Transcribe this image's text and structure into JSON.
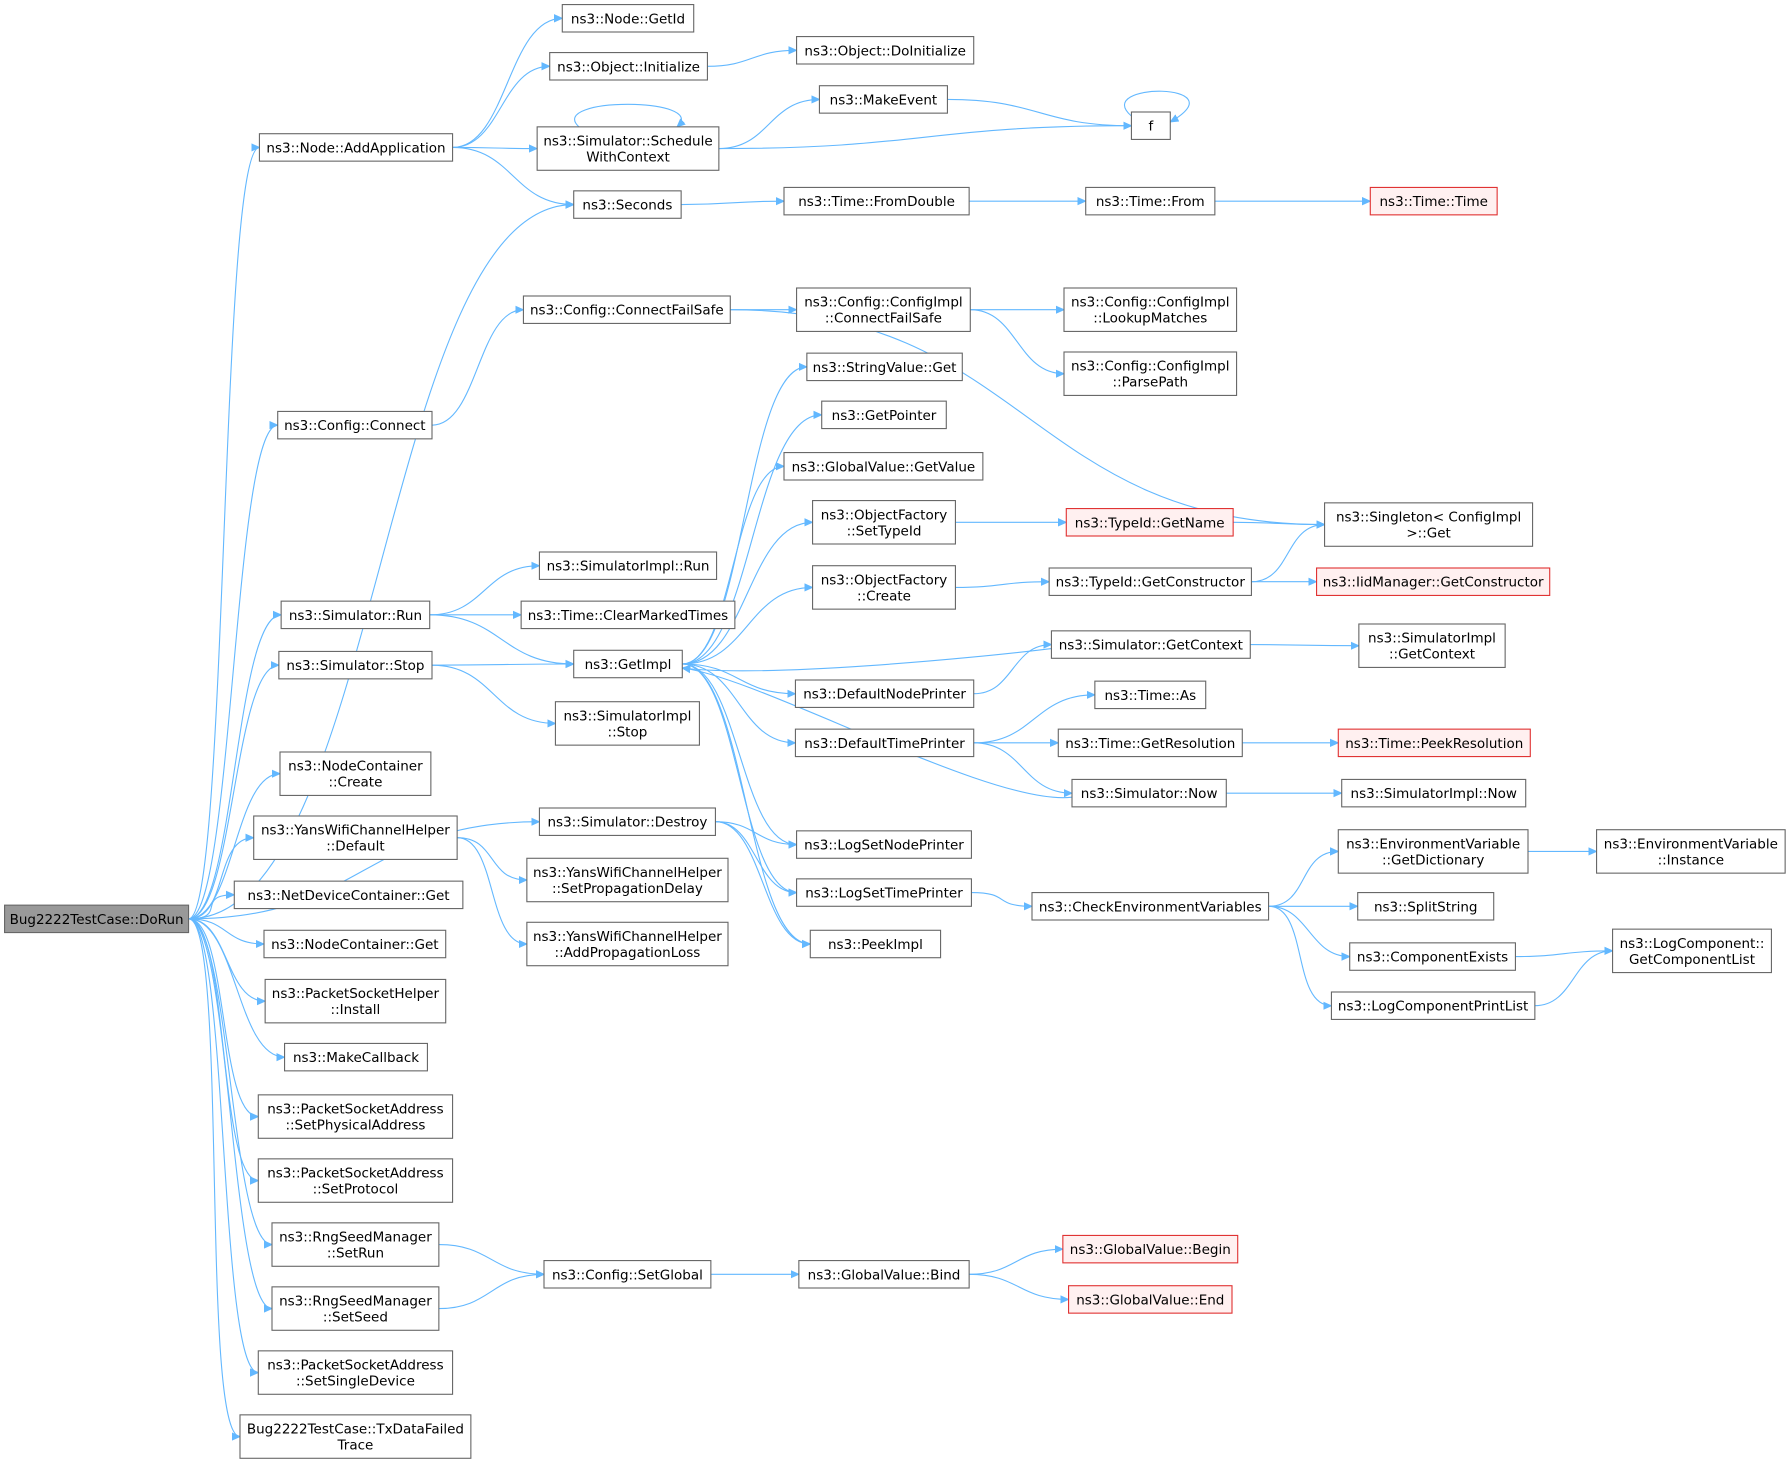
{
  "diagram": {
    "type": "call-graph",
    "colors": {
      "edge": "#63b8ff",
      "node_border": "#666666",
      "root_fill": "#999999",
      "truncated_border": "#e03030",
      "truncated_fill": "#fff0f0"
    },
    "nodes": [
      {
        "id": "dorun",
        "lines": [
          "Bug2222TestCase::DoRun"
        ],
        "style": "root"
      },
      {
        "id": "addapp",
        "lines": [
          "ns3::Node::AddApplication"
        ]
      },
      {
        "id": "connect",
        "lines": [
          "ns3::Config::Connect"
        ]
      },
      {
        "id": "simrun",
        "lines": [
          "ns3::Simulator::Run"
        ]
      },
      {
        "id": "simstop",
        "lines": [
          "ns3::Simulator::Stop"
        ]
      },
      {
        "id": "nccreate",
        "lines": [
          "ns3::NodeContainer",
          "::Create"
        ]
      },
      {
        "id": "yansdefault",
        "lines": [
          "ns3::YansWifiChannelHelper",
          "::Default"
        ]
      },
      {
        "id": "ndcget",
        "lines": [
          "ns3::NetDeviceContainer::Get"
        ]
      },
      {
        "id": "ncget",
        "lines": [
          "ns3::NodeContainer::Get"
        ]
      },
      {
        "id": "pshinstall",
        "lines": [
          "ns3::PacketSocketHelper",
          "::Install"
        ]
      },
      {
        "id": "makecallback",
        "lines": [
          "ns3::MakeCallback"
        ]
      },
      {
        "id": "psaphys",
        "lines": [
          "ns3::PacketSocketAddress",
          "::SetPhysicalAddress"
        ]
      },
      {
        "id": "psaproto",
        "lines": [
          "ns3::PacketSocketAddress",
          "::SetProtocol"
        ]
      },
      {
        "id": "rngrun",
        "lines": [
          "ns3::RngSeedManager",
          "::SetRun"
        ]
      },
      {
        "id": "rngseed",
        "lines": [
          "ns3::RngSeedManager",
          "::SetSeed"
        ]
      },
      {
        "id": "psasingle",
        "lines": [
          "ns3::PacketSocketAddress",
          "::SetSingleDevice"
        ]
      },
      {
        "id": "txfailed",
        "lines": [
          "Bug2222TestCase::TxDataFailed",
          "Trace"
        ]
      },
      {
        "id": "nodegetid",
        "lines": [
          "ns3::Node::GetId"
        ]
      },
      {
        "id": "objinit",
        "lines": [
          "ns3::Object::Initialize"
        ]
      },
      {
        "id": "schedctx",
        "lines": [
          "ns3::Simulator::Schedule",
          "WithContext"
        ]
      },
      {
        "id": "seconds",
        "lines": [
          "ns3::Seconds"
        ]
      },
      {
        "id": "connectfs",
        "lines": [
          "ns3::Config::ConnectFailSafe"
        ]
      },
      {
        "id": "implrun",
        "lines": [
          "ns3::SimulatorImpl::Run"
        ]
      },
      {
        "id": "clearmarked",
        "lines": [
          "ns3::Time::ClearMarkedTimes"
        ]
      },
      {
        "id": "getimpl",
        "lines": [
          "ns3::GetImpl"
        ]
      },
      {
        "id": "implstop",
        "lines": [
          "ns3::SimulatorImpl",
          "::Stop"
        ]
      },
      {
        "id": "destroy",
        "lines": [
          "ns3::Simulator::Destroy"
        ]
      },
      {
        "id": "setpropdelay",
        "lines": [
          "ns3::YansWifiChannelHelper",
          "::SetPropagationDelay"
        ]
      },
      {
        "id": "addproploss",
        "lines": [
          "ns3::YansWifiChannelHelper",
          "::AddPropagationLoss"
        ]
      },
      {
        "id": "setglobal",
        "lines": [
          "ns3::Config::SetGlobal"
        ]
      },
      {
        "id": "doinit",
        "lines": [
          "ns3::Object::DoInitialize"
        ]
      },
      {
        "id": "makeevent",
        "lines": [
          "ns3::MakeEvent"
        ]
      },
      {
        "id": "fromdouble",
        "lines": [
          "ns3::Time::FromDouble"
        ]
      },
      {
        "id": "implconnectfs",
        "lines": [
          "ns3::Config::ConfigImpl",
          "::ConnectFailSafe"
        ]
      },
      {
        "id": "strget",
        "lines": [
          "ns3::StringValue::Get"
        ]
      },
      {
        "id": "getpointer",
        "lines": [
          "ns3::GetPointer"
        ]
      },
      {
        "id": "gvgetvalue",
        "lines": [
          "ns3::GlobalValue::GetValue"
        ]
      },
      {
        "id": "ofsettype",
        "lines": [
          "ns3::ObjectFactory",
          "::SetTypeId"
        ]
      },
      {
        "id": "ofcreate",
        "lines": [
          "ns3::ObjectFactory",
          "::Create"
        ]
      },
      {
        "id": "defnodeprinter",
        "lines": [
          "ns3::DefaultNodePrinter"
        ]
      },
      {
        "id": "deftimeprinter",
        "lines": [
          "ns3::DefaultTimePrinter"
        ]
      },
      {
        "id": "logsetnode",
        "lines": [
          "ns3::LogSetNodePrinter"
        ]
      },
      {
        "id": "logsettime",
        "lines": [
          "ns3::LogSetTimePrinter"
        ]
      },
      {
        "id": "peekimpl",
        "lines": [
          "ns3::PeekImpl"
        ]
      },
      {
        "id": "gvbind",
        "lines": [
          "ns3::GlobalValue::Bind"
        ]
      },
      {
        "id": "f",
        "lines": [
          "f"
        ]
      },
      {
        "id": "timefrom",
        "lines": [
          "ns3::Time::From"
        ]
      },
      {
        "id": "lookup",
        "lines": [
          "ns3::Config::ConfigImpl",
          "::LookupMatches"
        ]
      },
      {
        "id": "parsepath",
        "lines": [
          "ns3::Config::ConfigImpl",
          "::ParsePath"
        ]
      },
      {
        "id": "tidgetname",
        "lines": [
          "ns3::TypeId::GetName"
        ],
        "style": "red"
      },
      {
        "id": "tidgetctor",
        "lines": [
          "ns3::TypeId::GetConstructor"
        ]
      },
      {
        "id": "simgetctx",
        "lines": [
          "ns3::Simulator::GetContext"
        ]
      },
      {
        "id": "timeas",
        "lines": [
          "ns3::Time::As"
        ]
      },
      {
        "id": "timegetres",
        "lines": [
          "ns3::Time::GetResolution"
        ]
      },
      {
        "id": "simnow",
        "lines": [
          "ns3::Simulator::Now"
        ]
      },
      {
        "id": "checkenv",
        "lines": [
          "ns3::CheckEnvironmentVariables"
        ]
      },
      {
        "id": "gvbegin",
        "lines": [
          "ns3::GlobalValue::Begin"
        ],
        "style": "red"
      },
      {
        "id": "gvend",
        "lines": [
          "ns3::GlobalValue::End"
        ],
        "style": "red"
      },
      {
        "id": "timetime",
        "lines": [
          "ns3::Time::Time"
        ],
        "style": "red"
      },
      {
        "id": "singleton",
        "lines": [
          "ns3::Singleton< ConfigImpl",
          " >::Get"
        ]
      },
      {
        "id": "iidctor",
        "lines": [
          "ns3::IidManager::GetConstructor"
        ],
        "style": "red"
      },
      {
        "id": "implgetctx",
        "lines": [
          "ns3::SimulatorImpl",
          "::GetContext"
        ]
      },
      {
        "id": "peekres",
        "lines": [
          "ns3::Time::PeekResolution"
        ],
        "style": "red"
      },
      {
        "id": "implnow",
        "lines": [
          "ns3::SimulatorImpl::Now"
        ]
      },
      {
        "id": "envgetdict",
        "lines": [
          "ns3::EnvironmentVariable",
          "::GetDictionary"
        ]
      },
      {
        "id": "splitstring",
        "lines": [
          "ns3::SplitString"
        ]
      },
      {
        "id": "compexists",
        "lines": [
          "ns3::ComponentExists"
        ]
      },
      {
        "id": "logcompprint",
        "lines": [
          "ns3::LogComponentPrintList"
        ]
      },
      {
        "id": "envinstance",
        "lines": [
          "ns3::EnvironmentVariable",
          "::Instance"
        ]
      },
      {
        "id": "logcomplist",
        "lines": [
          "ns3::LogComponent::",
          "GetComponentList"
        ]
      }
    ],
    "edges": [
      [
        "dorun",
        "addapp"
      ],
      [
        "dorun",
        "connect"
      ],
      [
        "dorun",
        "simrun"
      ],
      [
        "dorun",
        "simstop"
      ],
      [
        "dorun",
        "nccreate"
      ],
      [
        "dorun",
        "yansdefault"
      ],
      [
        "dorun",
        "ndcget"
      ],
      [
        "dorun",
        "ncget"
      ],
      [
        "dorun",
        "pshinstall"
      ],
      [
        "dorun",
        "makecallback"
      ],
      [
        "dorun",
        "psaphys"
      ],
      [
        "dorun",
        "psaproto"
      ],
      [
        "dorun",
        "rngrun"
      ],
      [
        "dorun",
        "rngseed"
      ],
      [
        "dorun",
        "psasingle"
      ],
      [
        "dorun",
        "txfailed"
      ],
      [
        "dorun",
        "seconds"
      ],
      [
        "dorun",
        "destroy"
      ],
      [
        "addapp",
        "nodegetid"
      ],
      [
        "addapp",
        "objinit"
      ],
      [
        "addapp",
        "schedctx"
      ],
      [
        "addapp",
        "seconds"
      ],
      [
        "objinit",
        "doinit"
      ],
      [
        "schedctx",
        "schedctx"
      ],
      [
        "schedctx",
        "makeevent"
      ],
      [
        "schedctx",
        "f"
      ],
      [
        "makeevent",
        "f"
      ],
      [
        "f",
        "f"
      ],
      [
        "seconds",
        "fromdouble"
      ],
      [
        "fromdouble",
        "timefrom"
      ],
      [
        "timefrom",
        "timetime"
      ],
      [
        "connect",
        "connectfs"
      ],
      [
        "connectfs",
        "implconnectfs"
      ],
      [
        "connectfs",
        "singleton"
      ],
      [
        "implconnectfs",
        "lookup"
      ],
      [
        "implconnectfs",
        "parsepath"
      ],
      [
        "simrun",
        "implrun"
      ],
      [
        "simrun",
        "clearmarked"
      ],
      [
        "simrun",
        "getimpl"
      ],
      [
        "simstop",
        "getimpl"
      ],
      [
        "simstop",
        "implstop"
      ],
      [
        "getimpl",
        "strget"
      ],
      [
        "getimpl",
        "getpointer"
      ],
      [
        "getimpl",
        "gvgetvalue"
      ],
      [
        "getimpl",
        "ofsettype"
      ],
      [
        "getimpl",
        "ofcreate"
      ],
      [
        "getimpl",
        "defnodeprinter"
      ],
      [
        "getimpl",
        "deftimeprinter"
      ],
      [
        "getimpl",
        "logsetnode"
      ],
      [
        "getimpl",
        "logsettime"
      ],
      [
        "getimpl",
        "peekimpl"
      ],
      [
        "ofsettype",
        "tidgetname"
      ],
      [
        "ofcreate",
        "tidgetctor"
      ],
      [
        "tidgetname",
        "singleton"
      ],
      [
        "tidgetctor",
        "singleton"
      ],
      [
        "tidgetctor",
        "iidctor"
      ],
      [
        "simgetctx",
        "getimpl"
      ],
      [
        "simgetctx",
        "implgetctx"
      ],
      [
        "defnodeprinter",
        "simgetctx"
      ],
      [
        "deftimeprinter",
        "timeas"
      ],
      [
        "deftimeprinter",
        "timegetres"
      ],
      [
        "deftimeprinter",
        "simnow"
      ],
      [
        "timegetres",
        "peekres"
      ],
      [
        "simnow",
        "getimpl"
      ],
      [
        "simnow",
        "implnow"
      ],
      [
        "destroy",
        "logsetnode"
      ],
      [
        "destroy",
        "logsettime"
      ],
      [
        "destroy",
        "peekimpl"
      ],
      [
        "logsettime",
        "checkenv"
      ],
      [
        "checkenv",
        "envgetdict"
      ],
      [
        "checkenv",
        "splitstring"
      ],
      [
        "checkenv",
        "compexists"
      ],
      [
        "checkenv",
        "logcompprint"
      ],
      [
        "envgetdict",
        "envinstance"
      ],
      [
        "compexists",
        "logcomplist"
      ],
      [
        "logcompprint",
        "logcomplist"
      ],
      [
        "yansdefault",
        "setpropdelay"
      ],
      [
        "yansdefault",
        "addproploss"
      ],
      [
        "rngrun",
        "setglobal"
      ],
      [
        "rngseed",
        "setglobal"
      ],
      [
        "setglobal",
        "gvbind"
      ],
      [
        "gvbind",
        "gvbegin"
      ],
      [
        "gvbind",
        "gvend"
      ]
    ]
  }
}
